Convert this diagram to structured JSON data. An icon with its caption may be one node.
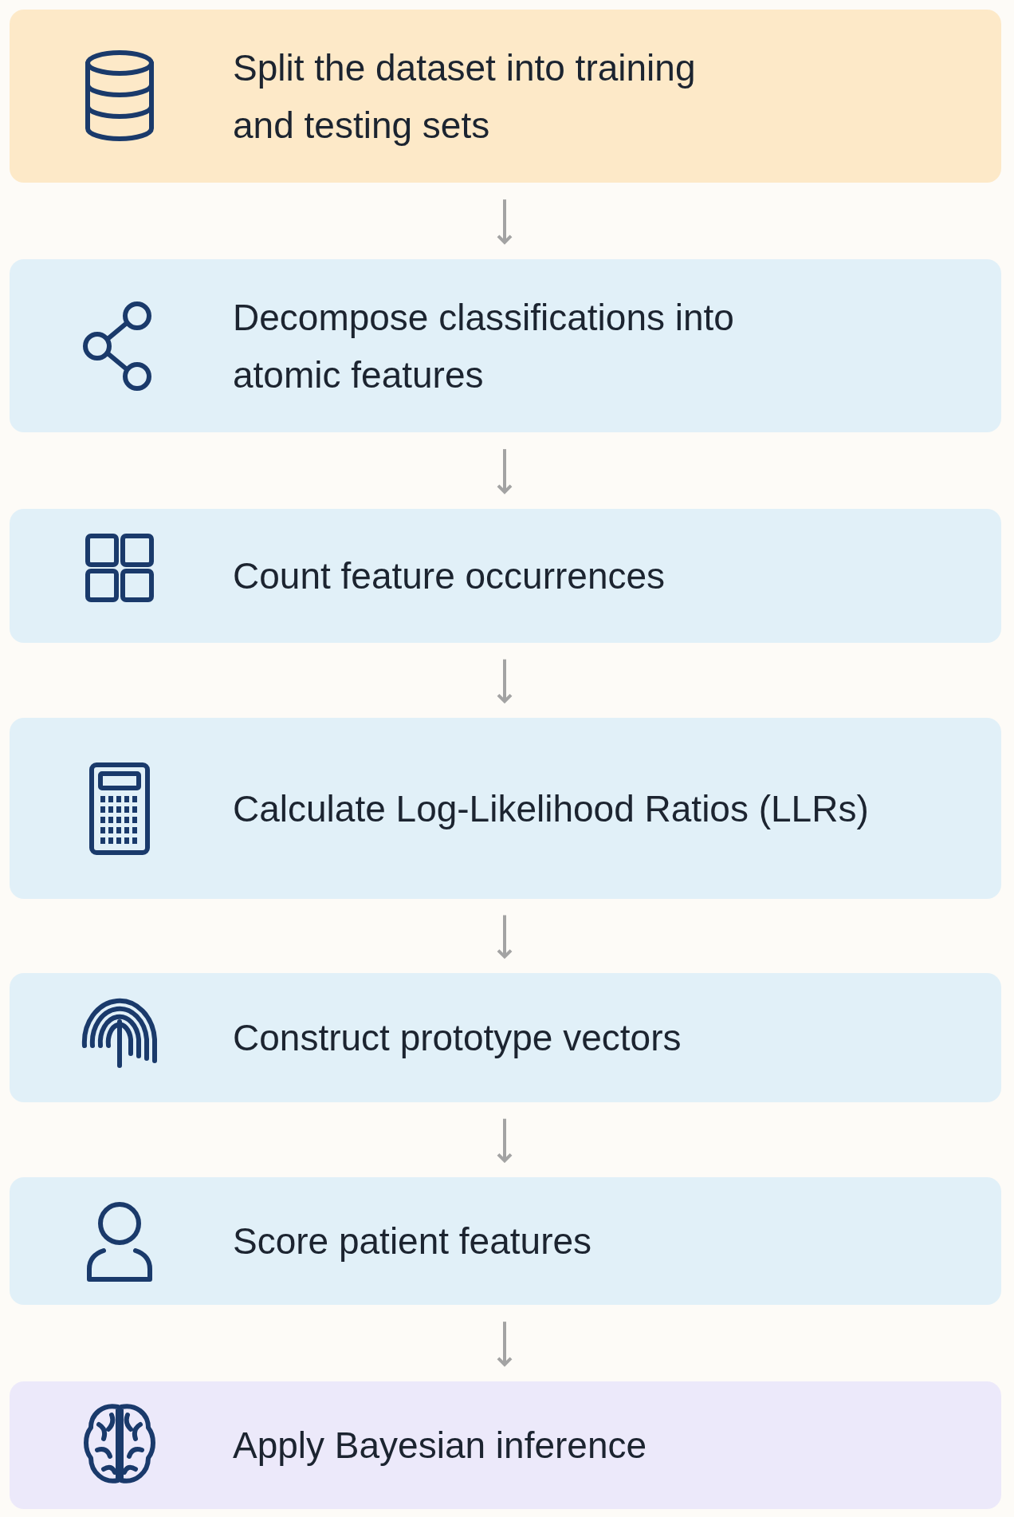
{
  "diagram": {
    "nodes": [
      {
        "text": [
          "Split the dataset into training and testing sets"
        ]
      },
      {
        "text": [
          "Decompose classifications into atomic features"
        ]
      },
      {
        "text": [
          "Count feature occurrences"
        ]
      },
      {
        "text": [
          "Calculate Log-Likelihood Ratios (LLRs)"
        ]
      },
      {
        "text": [
          "Construct prototype vectors"
        ]
      },
      {
        "text": [
          "Score patient features"
        ]
      },
      {
        "text": [
          "Apply Bayesian inference"
        ]
      }
    ],
    "edges": [
      {
        "from": 0,
        "to": 1,
        "arrow": "to"
      },
      {
        "from": 1,
        "to": 2,
        "arrow": "to"
      },
      {
        "from": 2,
        "to": 3,
        "arrow": "to"
      },
      {
        "from": 3,
        "to": 4,
        "arrow": "to"
      },
      {
        "from": 4,
        "to": 5,
        "arrow": "to"
      },
      {
        "from": 5,
        "to": 6,
        "arrow": "to"
      }
    ]
  }
}
